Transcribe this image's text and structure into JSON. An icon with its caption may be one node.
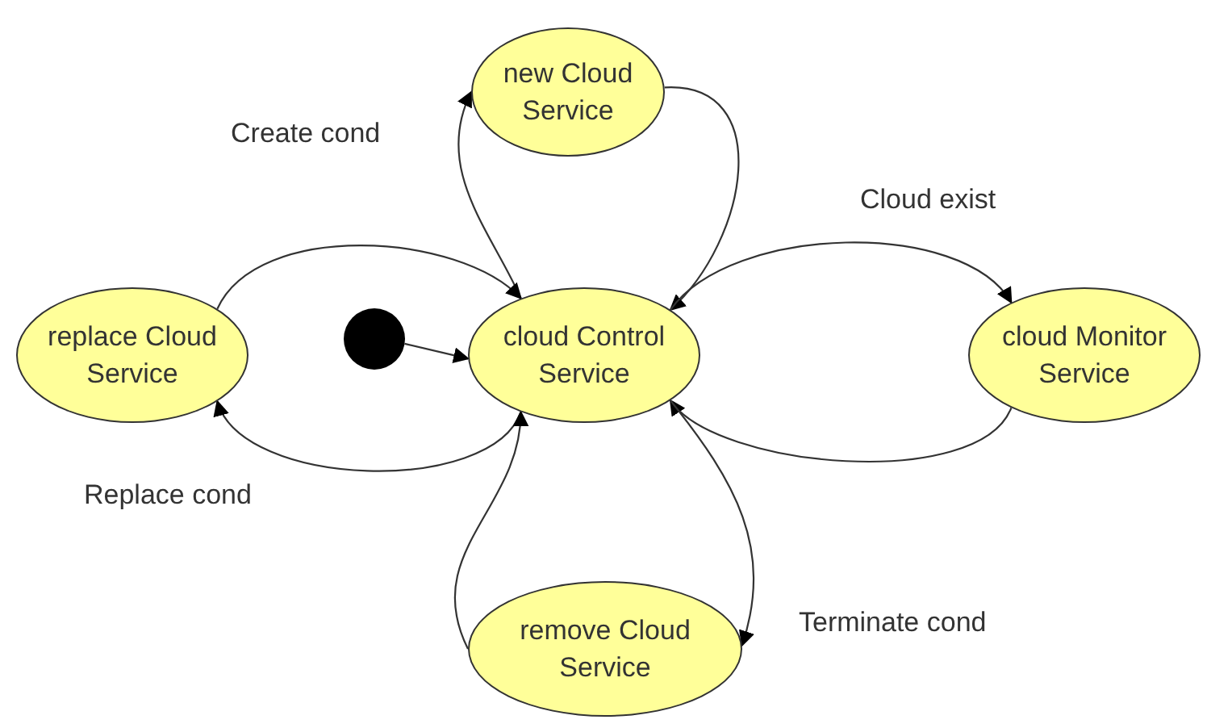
{
  "diagram": {
    "nodes": [
      {
        "text": [
          "new Cloud Service"
        ]
      },
      {
        "text": [
          "replace Cloud Service"
        ]
      },
      {
        "text": [],
        "shape": "circle"
      },
      {
        "text": [
          "cloud Control Service"
        ]
      },
      {
        "text": [
          "cloud Monitor Service"
        ]
      },
      {
        "text": [
          "remove Cloud Service"
        ]
      }
    ],
    "edges": [
      {
        "from": 3,
        "to": 0,
        "arrow": "to",
        "label": "Create cond"
      },
      {
        "from": 0,
        "to": 3,
        "arrow": "to"
      },
      {
        "from": 1,
        "to": 3,
        "arrow": "to"
      },
      {
        "from": 2,
        "to": 3,
        "arrow": "to"
      },
      {
        "from": 3,
        "to": 4,
        "arrow": "to",
        "label": "Cloud exist"
      },
      {
        "from": 4,
        "to": 3,
        "arrow": "to"
      },
      {
        "from": 3,
        "to": 1,
        "arrow": "to",
        "label": "Replace cond"
      },
      {
        "from": 5,
        "to": 3,
        "arrow": "to"
      },
      {
        "from": 3,
        "to": 5,
        "arrow": "to",
        "label": "Terminate cond"
      }
    ]
  }
}
